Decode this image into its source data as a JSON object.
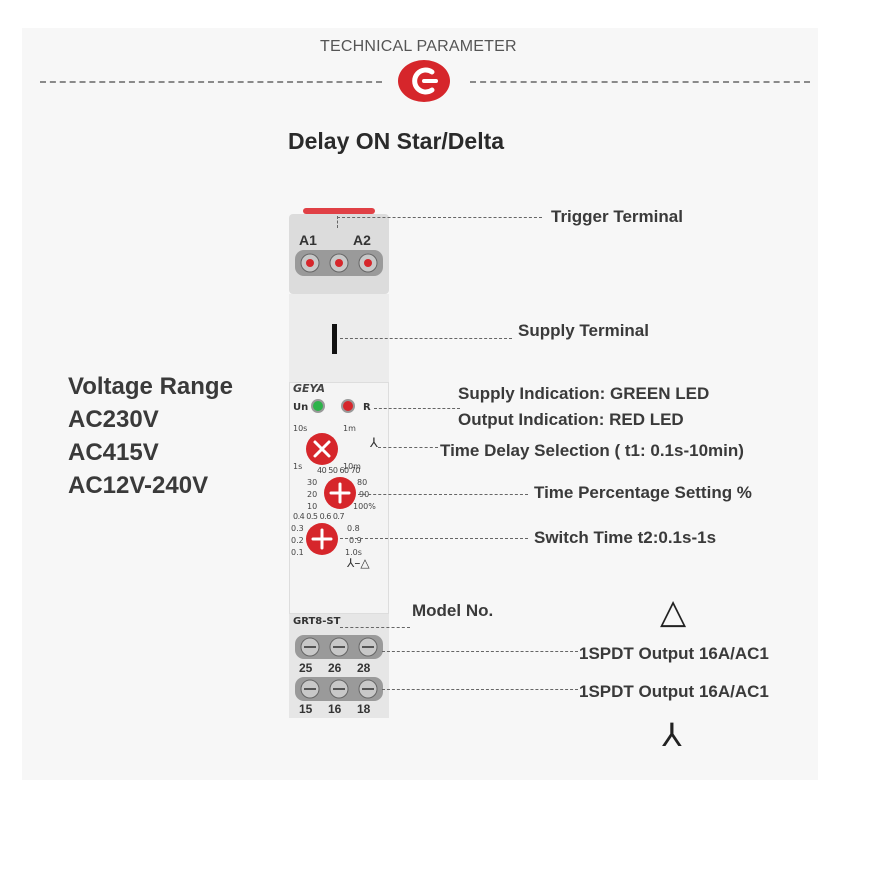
{
  "header": {
    "title": "TECHNICAL PARAMETER",
    "logo_icon": "brand-logo-icon",
    "accent": "#d6262b"
  },
  "diagram_title": "Delay ON Star/Delta",
  "voltage": {
    "heading": "Voltage Range",
    "values": [
      "AC230V",
      "AC415V",
      "AC12V-240V"
    ]
  },
  "callouts": {
    "trigger": "Trigger Terminal",
    "supply_terminal": "Supply Terminal",
    "supply_indication": "Supply Indication: GREEN LED",
    "output_indication": "Output Indication: RED LED",
    "time_delay": "Time Delay Selection ( t1: 0.1s-10min)",
    "percentage": "Time Percentage Setting %",
    "switch_time": "Switch Time t2:0.1s-1s",
    "model": "Model No.",
    "output1": "1SPDT Output 16A/AC1",
    "output2": "1SPDT Output 16A/AC1"
  },
  "device": {
    "brand": "GEYA",
    "model": "GRT8-ST",
    "top_terminals": [
      "A1",
      "A2"
    ],
    "led_un": "Un",
    "led_r": "R",
    "bottom_row1": [
      "25",
      "26",
      "28"
    ],
    "bottom_row2": [
      "15",
      "16",
      "18"
    ],
    "knob1_scale": {
      "top_left": "10s",
      "top_right": "1m",
      "bottom_left": "1s",
      "bottom_right": "10m"
    },
    "knob2_scale": [
      "40",
      "50",
      "60",
      "70",
      "30",
      "80",
      "20",
      "90",
      "10",
      "100%"
    ],
    "knob3_scale": [
      "0.4",
      "0.5",
      "0.6",
      "0.7",
      "0.3",
      "0.8",
      "0.2",
      "0.9",
      "0.1",
      "1.0s"
    ],
    "star_delta_mark": "⅄–△",
    "star_symbol": "⅄",
    "led_green": "#2db34a",
    "led_red": "#d6262b"
  },
  "symbols": {
    "delta": "△",
    "star": "⅄"
  }
}
